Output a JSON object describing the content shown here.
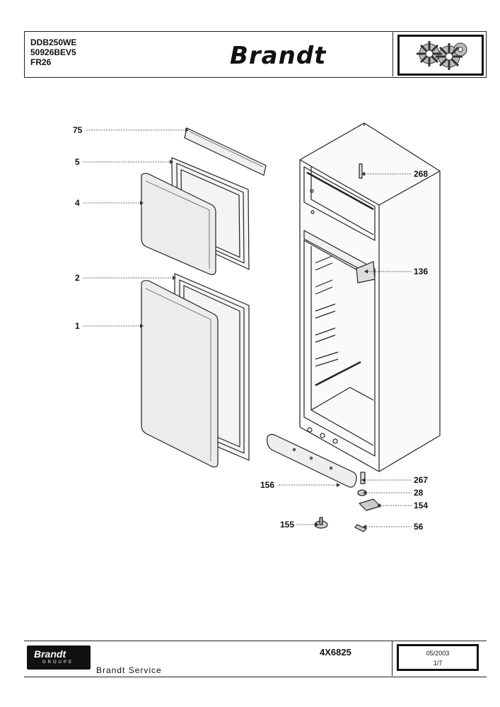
{
  "header": {
    "model_lines": [
      "DDB250WE",
      "50926BEV5",
      "FR26"
    ],
    "brand": "Brandt"
  },
  "callouts": {
    "c75": "75",
    "c5": "5",
    "c4": "4",
    "c2": "2",
    "c1": "1",
    "c268": "268",
    "c136": "136",
    "c267": "267",
    "c156": "156",
    "c28": "28",
    "c154": "154",
    "c155": "155",
    "c56": "56"
  },
  "footer": {
    "badge_brand": "Brandt",
    "badge_sub": "GROUPE",
    "service": "Brandt Service",
    "reference": "4X6825",
    "date": "05/2003",
    "page": "1/7"
  }
}
